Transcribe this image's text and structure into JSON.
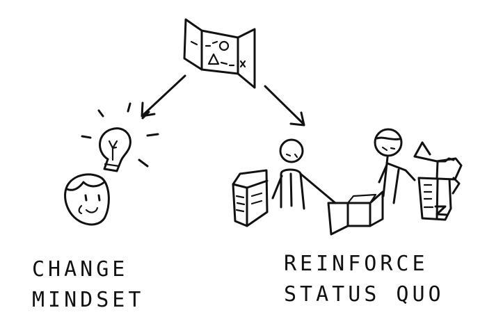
{
  "labels": {
    "left": [
      "CHANGE",
      "MINDSET"
    ],
    "right": [
      "REINFORCE",
      "STATUS QUO"
    ]
  },
  "colors": {
    "ink": "#111111",
    "background": "#ffffff"
  },
  "icons": {
    "top": "folded-map-icon",
    "left_idea": "lightbulb-icon",
    "left_person": "smiling-face-icon",
    "right_scene": "people-moving-boxes-icon"
  }
}
